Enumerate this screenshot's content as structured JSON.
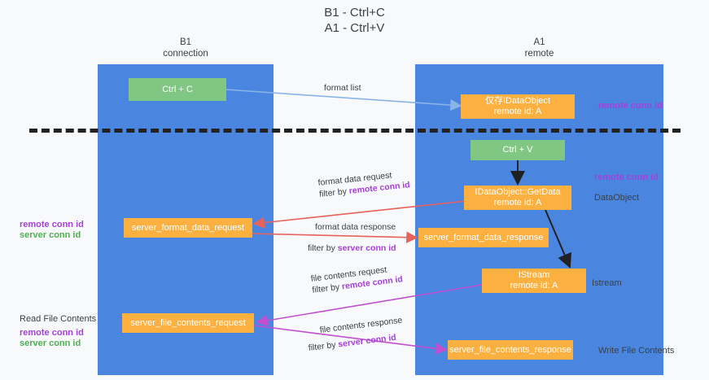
{
  "title": {
    "line1": "B1 - Ctrl+C",
    "line2": "A1 - Ctrl+V"
  },
  "lanes": [
    {
      "id": "b1",
      "name": "B1",
      "role": "connection",
      "color": "#4a86e0"
    },
    {
      "id": "a1",
      "name": "A1",
      "role": "remote",
      "color": "#4a86e0"
    }
  ],
  "nodes": {
    "ctrl_c": {
      "label": "Ctrl + C",
      "color": "#81c784"
    },
    "idataobject_top": {
      "line1": "仅存IDataObject",
      "line2": "remote id: A",
      "color": "#fbb040"
    },
    "ctrl_v": {
      "label": "Ctrl + V",
      "color": "#81c784"
    },
    "getdata": {
      "line1": "IDataObject::GetData",
      "line2": "remote id: A",
      "color": "#fbb040"
    },
    "server_format_data_request": {
      "label": "server_format_data_request",
      "color": "#fbb040"
    },
    "server_format_data_response": {
      "label": "server_format_data_response",
      "color": "#fbb040"
    },
    "istream": {
      "line1": "IStream",
      "line2": "remote id: A",
      "color": "#fbb040"
    },
    "server_file_contents_request": {
      "label": "server_file_contents_request",
      "color": "#fbb040"
    },
    "server_file_contents_response": {
      "label": "server_file_contents_response",
      "color": "#fbb040"
    }
  },
  "edge_labels": {
    "format_list": "format list",
    "format_data_request": "format data request",
    "format_data_request_filter_prefix": "filter by ",
    "format_data_request_filter_key": "remote conn id",
    "format_data_response": "format data response",
    "format_data_response_filter_prefix": "filter by ",
    "format_data_response_filter_key": "server conn id",
    "file_contents_request": "file contents request",
    "file_contents_request_filter_prefix": "filter by ",
    "file_contents_request_filter_key": "remote conn id",
    "file_contents_response": "file contents response",
    "file_contents_response_filter_prefix": "filter by ",
    "file_contents_response_filter_key": "server conn id"
  },
  "annotations": {
    "right_remote_conn_id_top": "remote conn id",
    "right_remote_conn_id_mid": "remote conn id",
    "right_dataobject": "DataObject",
    "right_istream": "Istream",
    "right_write_file_contents": "Write File Contents",
    "left_remote_conn_id_mid": "remote conn id",
    "left_server_conn_id_mid": "server conn id",
    "left_read_file_contents": "Read File Contents",
    "left_remote_conn_id_bottom": "remote conn id",
    "left_server_conn_id_bottom": "server conn id"
  },
  "colors": {
    "lane": "#4a86e0",
    "green_node": "#81c784",
    "orange_node": "#fbb040",
    "purple_text": "#a63fd9",
    "green_text": "#4caf50",
    "arrow_blue": "#8ab4e8",
    "arrow_red": "#e8625c",
    "arrow_magenta": "#c24fd0",
    "arrow_black": "#202124",
    "background": "#f8f9fa"
  }
}
